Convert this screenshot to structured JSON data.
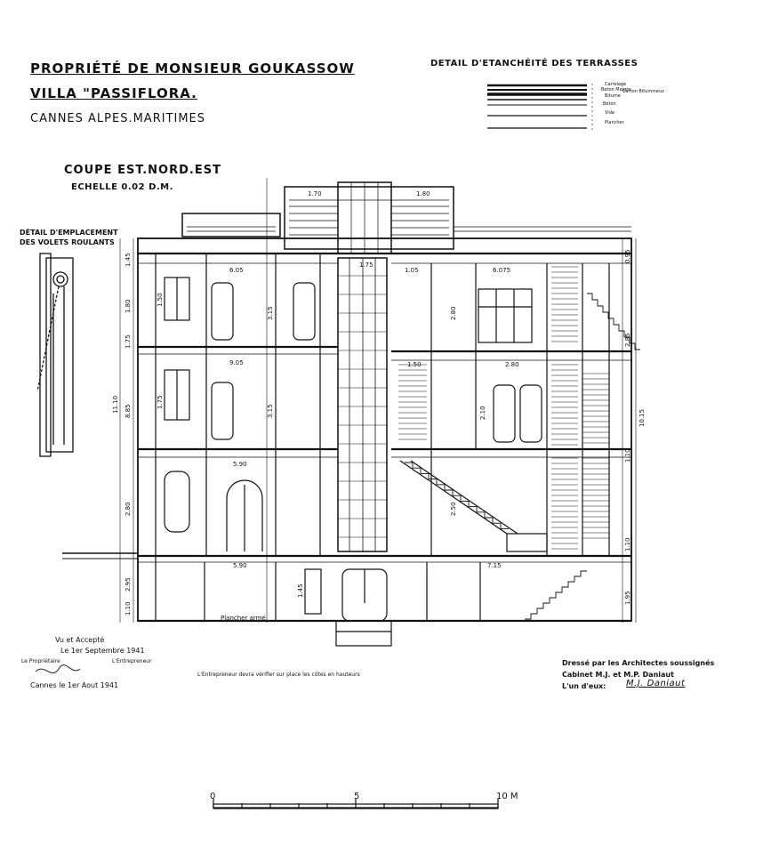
{
  "title_block": {
    "owner": "PROPRIÉTÉ DE MONSIEUR GOUKASSOW",
    "villa": "VILLA \"PASSIFLORA.",
    "location": "CANNES ALPES.MARITIMES"
  },
  "section": {
    "title": "COUPE EST.NORD.EST",
    "scale": "ECHELLE 0.02 D.M."
  },
  "terrace_detail": {
    "title": "DETAIL D'ETANCHÉITÉ DES TERRASSES",
    "layers": [
      "Carrelage",
      "Beton Maigre",
      "Carton Bitumineux",
      "Bitume",
      "Béton",
      "Vide",
      "Plancher"
    ]
  },
  "shutter_detail": {
    "title_1": "DÉTAIL D'EMPLACEMENT",
    "title_2": "DES VOLETS ROULANTS"
  },
  "dimensions": {
    "roof_left": "1.70",
    "roof_right": "1.80",
    "stair_top": "1.75",
    "top_left": "6.05",
    "top_right1": "1.05",
    "top_right2": "6.075",
    "mid_left": "9.05",
    "mid_right1": "1.50",
    "mid_right2": "2.80",
    "low_left": "5.90",
    "base_left": "5.90",
    "base_right": "7.15",
    "left_v1": "1.45",
    "left_v2": "1.80",
    "left_v3": "1.75",
    "left_v4": "8.85",
    "left_v5": "11.10",
    "left_v6": "2.80",
    "left_v7": "2.95",
    "left_v8": "1.10",
    "right_v1": "0.95",
    "right_v2": "2.85",
    "right_v3": "10.15",
    "right_v4": "1.10",
    "right_v5": "1.95",
    "right_v6": "1.10",
    "center_h1": "3.15",
    "center_h2": "3.15",
    "win1": "1.50",
    "win2": "1.75",
    "win3": "2.10",
    "win4": "2.80",
    "stair_h": "2.50",
    "cellar": "1.45",
    "floor_label": "Plancher armé"
  },
  "approval": {
    "line1": "Vu et Accepté",
    "line2": "Le 1er Septembre 1941",
    "owner_label": "Le Propriétaire",
    "contractor_label": "L'Entrepreneur",
    "date_line": "Cannes le 1er Aout 1941"
  },
  "note": "L'Entrepreneur devra vérifier sur place les côtes en hauteurs",
  "architects": {
    "line1": "Dressé par les Architectes soussignés",
    "line2": "Cabinet M.J. et M.P. Daniaut",
    "line3": "L'un d'eux:",
    "signature": "M.J. Daniaut"
  },
  "scale_bar": {
    "labels": [
      "0",
      "5",
      "10 M"
    ]
  }
}
